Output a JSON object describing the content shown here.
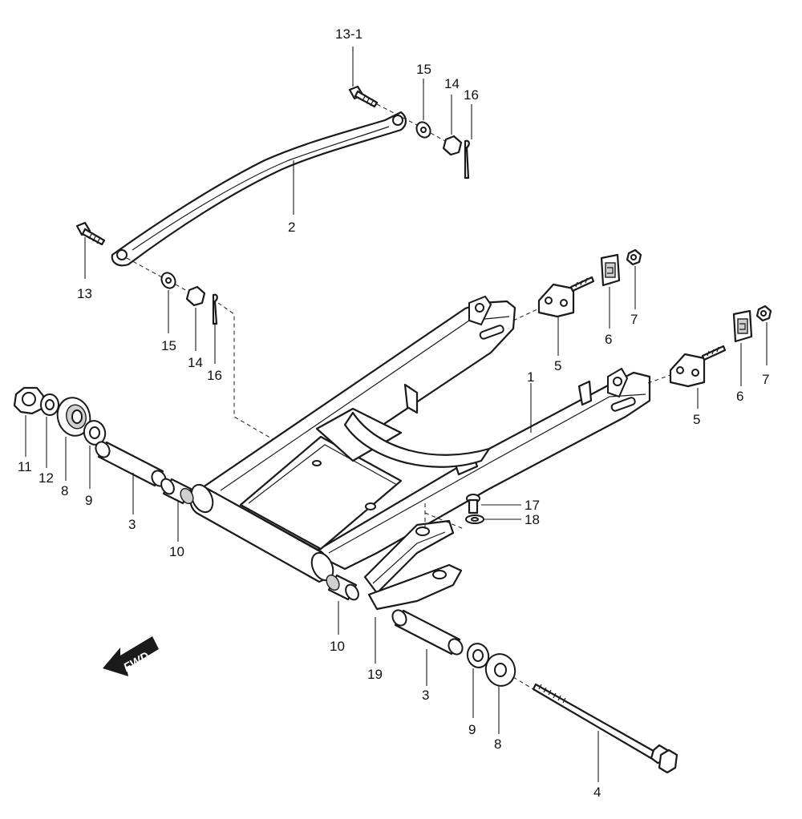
{
  "callouts": [
    {
      "id": "c-13-1",
      "text": "13-1"
    },
    {
      "id": "c-15a",
      "text": "15"
    },
    {
      "id": "c-14a",
      "text": "14"
    },
    {
      "id": "c-16a",
      "text": "16"
    },
    {
      "id": "c-2",
      "text": "2"
    },
    {
      "id": "c-13",
      "text": "13"
    },
    {
      "id": "c-15b",
      "text": "15"
    },
    {
      "id": "c-14b",
      "text": "14"
    },
    {
      "id": "c-16b",
      "text": "16"
    },
    {
      "id": "c-6a",
      "text": "6"
    },
    {
      "id": "c-7a",
      "text": "7"
    },
    {
      "id": "c-5a",
      "text": "5"
    },
    {
      "id": "c-1",
      "text": "1"
    },
    {
      "id": "c-6b",
      "text": "6"
    },
    {
      "id": "c-7b",
      "text": "7"
    },
    {
      "id": "c-5b",
      "text": "5"
    },
    {
      "id": "c-11",
      "text": "11"
    },
    {
      "id": "c-12",
      "text": "12"
    },
    {
      "id": "c-8a",
      "text": "8"
    },
    {
      "id": "c-9a",
      "text": "9"
    },
    {
      "id": "c-3a",
      "text": "3"
    },
    {
      "id": "c-10a",
      "text": "10"
    },
    {
      "id": "c-17",
      "text": "17"
    },
    {
      "id": "c-18",
      "text": "18"
    },
    {
      "id": "c-10b",
      "text": "10"
    },
    {
      "id": "c-19",
      "text": "19"
    },
    {
      "id": "c-3b",
      "text": "3"
    },
    {
      "id": "c-9b",
      "text": "9"
    },
    {
      "id": "c-8b",
      "text": "8"
    },
    {
      "id": "c-4",
      "text": "4"
    }
  ],
  "fwd_label": "FWD",
  "colors": {
    "line": "#1a1a1a",
    "background": "#ffffff",
    "shade": "#cfcfcf"
  }
}
